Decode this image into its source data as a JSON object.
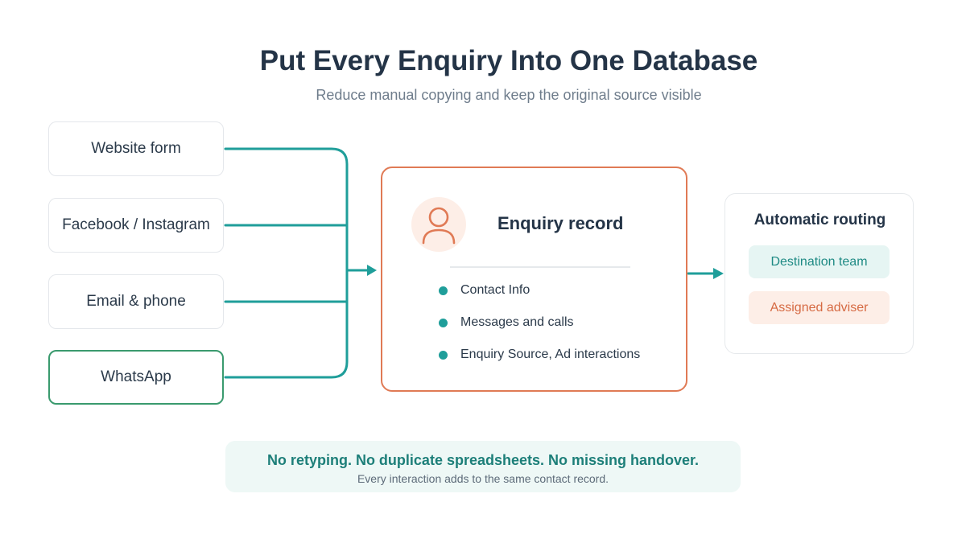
{
  "header": {
    "title": "Put Every Enquiry Into One Database",
    "subtitle": "Reduce manual copying and keep the original source visible"
  },
  "sources": [
    {
      "label": "Website form"
    },
    {
      "label": "Facebook / Instagram"
    },
    {
      "label": "Email & phone"
    },
    {
      "label": "WhatsApp"
    }
  ],
  "record": {
    "title": "Enquiry record",
    "icon": "user-icon",
    "items": [
      {
        "label": "Contact Info"
      },
      {
        "label": "Messages and calls"
      },
      {
        "label": "Enquiry Source, Ad interactions"
      }
    ]
  },
  "routing": {
    "title": "Automatic routing",
    "team": "Destination team",
    "adviser": "Assigned adviser"
  },
  "banner": {
    "main": "No retyping. No duplicate spreadsheets. No missing handover.",
    "sub": "Every interaction adds to the same contact record."
  },
  "colors": {
    "teal": "#1f9e9a",
    "orange": "#e07a55",
    "whatsapp_border": "#3a9a6e",
    "heading": "#243447"
  }
}
